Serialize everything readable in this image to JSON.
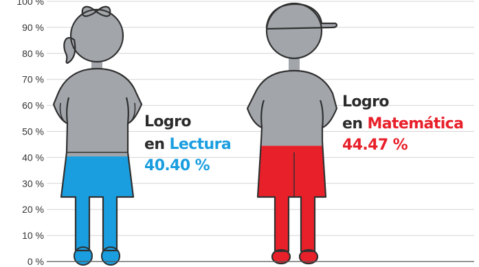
{
  "chart_data": {
    "type": "bar",
    "ylim": [
      0,
      100
    ],
    "y_ticks": [
      "0 %",
      "10 %",
      "20 %",
      "30 %",
      "40 %",
      "50 %",
      "60 %",
      "70 %",
      "80 %",
      "90 %",
      "100 %"
    ],
    "grid": true,
    "series": [
      {
        "name": "Lectura",
        "figure": "girl",
        "value": 40.4,
        "label_line1": "Logro",
        "label_prefix": "en ",
        "label_subject": "Lectura",
        "label_value": "40.40 %",
        "color": "#1a9ee0"
      },
      {
        "name": "Matemática",
        "figure": "boy",
        "value": 44.47,
        "label_line1": "Logro",
        "label_prefix": "en ",
        "label_subject": "Matemática",
        "label_value": "44.47 %",
        "color": "#e8202a"
      }
    ]
  },
  "colors": {
    "figure_gray": "#a2a6ab",
    "outline": "#303030",
    "grid": "#d4d4d4",
    "label_dark": "#2b2b2b"
  }
}
